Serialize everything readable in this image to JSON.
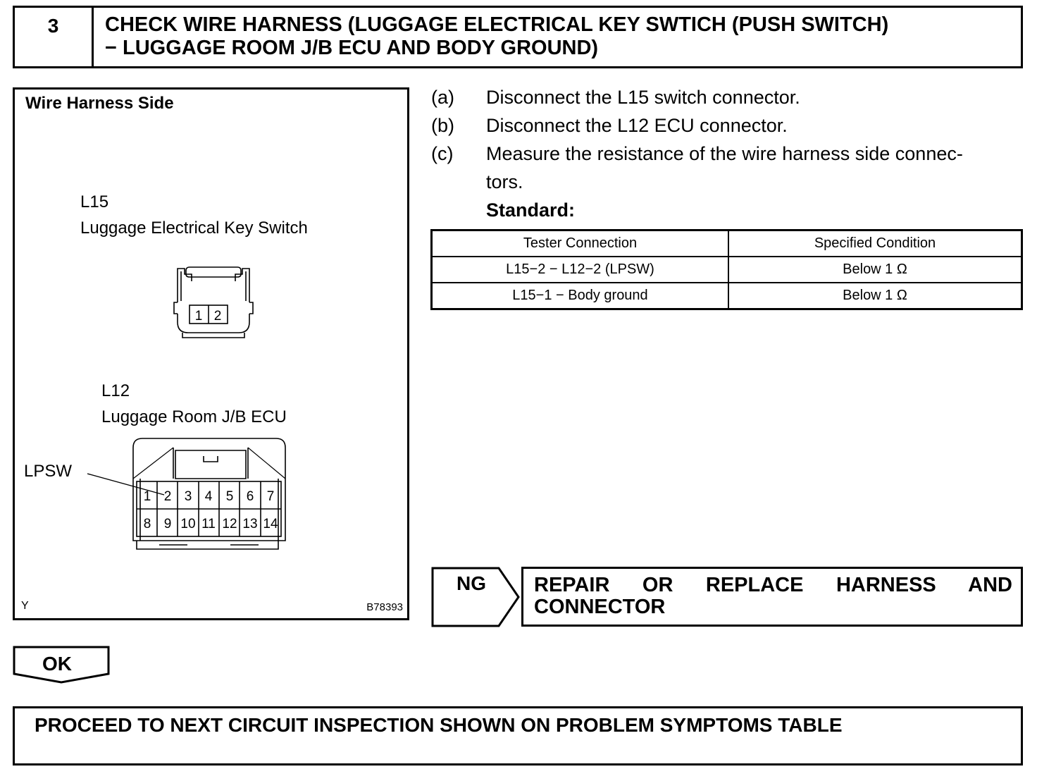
{
  "header": {
    "step_number": "3",
    "title_line1": "CHECK WIRE HARNESS (LUGGAGE ELECTRICAL KEY SWTICH (PUSH SWITCH)",
    "title_line2": "− LUGGAGE ROOM J/B ECU AND BODY GROUND)"
  },
  "diagram": {
    "heading": "Wire Harness Side",
    "connector1": {
      "code": "L15",
      "name": "Luggage Electrical Key Switch",
      "pins": [
        "1",
        "2"
      ]
    },
    "connector2": {
      "code": "L12",
      "name": "Luggage Room J/B ECU",
      "pins_top": [
        "1",
        "2",
        "3",
        "4",
        "5",
        "6",
        "7"
      ],
      "pins_bottom": [
        "8",
        "9",
        "10",
        "11",
        "12",
        "13",
        "14"
      ],
      "callout": "LPSW"
    },
    "corner_left": "Y",
    "figure_id": "B78393"
  },
  "instructions": [
    {
      "letter": "(a)",
      "text": "Disconnect the L15 switch connector."
    },
    {
      "letter": "(b)",
      "text": "Disconnect the L12 ECU connector."
    },
    {
      "letter": "(c)",
      "text": "Measure the resistance of the wire harness side connec-"
    }
  ],
  "instruction_c_cont": "tors.",
  "standard_label": "Standard:",
  "spec_table": {
    "headers": [
      "Tester Connection",
      "Specified Condition"
    ],
    "rows": [
      [
        "L15−2 − L12−2 (LPSW)",
        "Below 1 Ω"
      ],
      [
        "L15−1 − Body ground",
        "Below 1 Ω"
      ]
    ]
  },
  "ng": {
    "label": "NG",
    "action": "REPAIR OR REPLACE HARNESS AND CONNECTOR"
  },
  "ok": {
    "label": "OK"
  },
  "final": {
    "text": "PROCEED TO NEXT CIRCUIT INSPECTION SHOWN ON PROBLEM SYMPTOMS TABLE"
  }
}
